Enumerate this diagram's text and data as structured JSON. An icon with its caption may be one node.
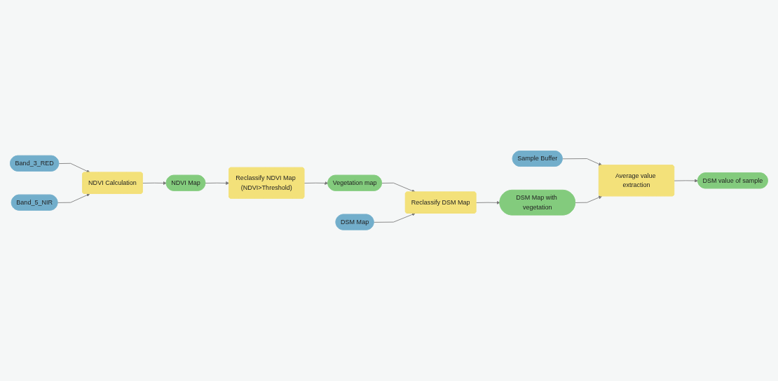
{
  "diagram": {
    "nodes": [
      {
        "text": [
          "Band_3_RED"
        ]
      },
      {
        "text": [
          "NDVI Calculation"
        ]
      },
      {
        "text": [
          "NDVI Map"
        ]
      },
      {
        "text": [
          "Reclassify NDVI Map (NDVI>Threshold)"
        ]
      },
      {
        "text": [
          "Vegetation map"
        ]
      },
      {
        "text": [
          "Band_5_NIR"
        ]
      },
      {
        "text": [
          "Sample Buffer"
        ]
      },
      {
        "text": [
          "DSM Map with vegetation"
        ]
      },
      {
        "text": [
          "Reclassify DSM Map"
        ]
      },
      {
        "text": [
          "DSM Map"
        ]
      },
      {
        "text": [
          "Average value extraction"
        ]
      },
      {
        "text": [
          "DSM value of sample"
        ]
      }
    ],
    "edges": [
      {
        "from": 0,
        "to": 1,
        "arrow": "to"
      },
      {
        "from": 5,
        "to": 1,
        "arrow": "to"
      },
      {
        "from": 1,
        "to": 2,
        "arrow": "to"
      },
      {
        "from": 2,
        "to": 3,
        "arrow": "to"
      },
      {
        "from": 3,
        "to": 4,
        "arrow": "to"
      },
      {
        "from": 4,
        "to": 8,
        "arrow": "to"
      },
      {
        "from": 9,
        "to": 8,
        "arrow": "to"
      },
      {
        "from": 8,
        "to": 7,
        "arrow": "to"
      },
      {
        "from": 6,
        "to": 10,
        "arrow": "to"
      },
      {
        "from": 7,
        "to": 10,
        "arrow": "to"
      },
      {
        "from": 10,
        "to": 11,
        "arrow": "to"
      }
    ]
  }
}
